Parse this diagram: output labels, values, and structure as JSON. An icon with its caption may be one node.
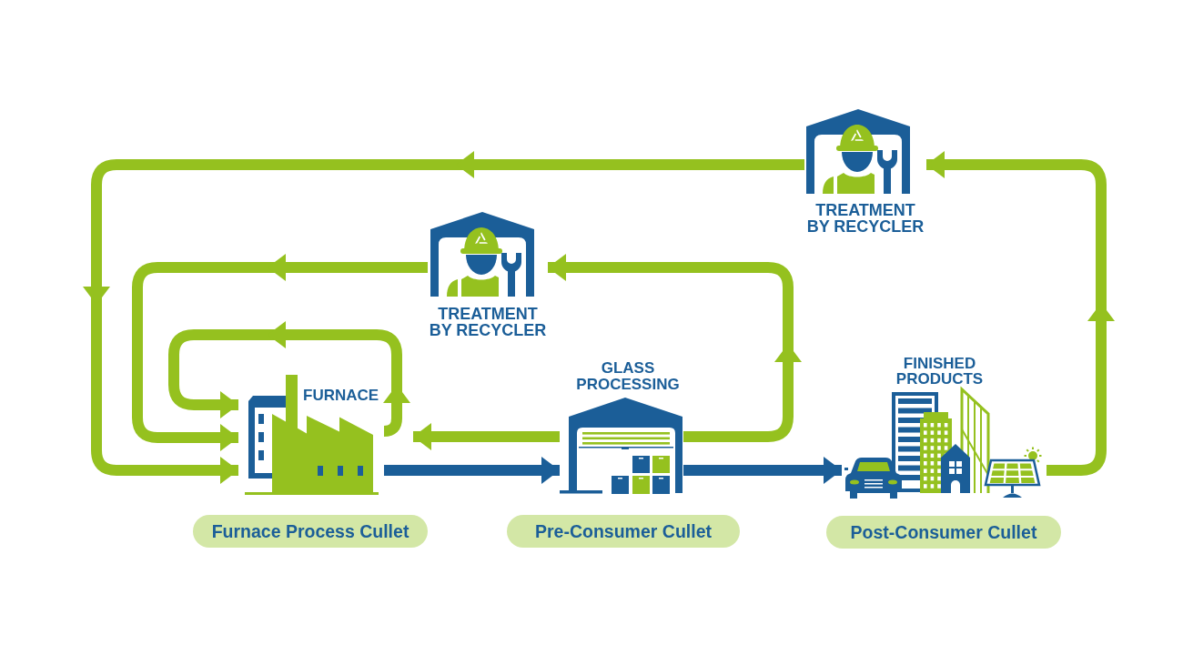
{
  "diagram": {
    "nodes": [
      {
        "text": [
          "TREATMENT BY RECYCLER"
        ]
      },
      {
        "text": [
          "TREATMENT BY RECYCLER"
        ]
      },
      {
        "text": [
          "FURNACE"
        ]
      },
      {
        "text": [
          "GLASS PROCESSING"
        ]
      },
      {
        "text": [
          "FINISHED PRODUCTS"
        ]
      },
      {
        "text": [
          "Furnace Process Cullet"
        ]
      },
      {
        "text": [
          "Pre-Consumer Cullet"
        ]
      },
      {
        "text": [
          "Post-Consumer Cullet"
        ]
      }
    ],
    "edges": [
      {
        "from": 2,
        "to": 3,
        "arrow": "to",
        "color": "#1b5e98"
      },
      {
        "from": 3,
        "to": 4,
        "arrow": "to",
        "color": "#1b5e98"
      },
      {
        "from": 2,
        "to": 2,
        "arrow": "to"
      },
      {
        "from": 3,
        "to": 2,
        "arrow": "to"
      },
      {
        "from": 3,
        "to": 1,
        "arrow": "to"
      },
      {
        "from": 1,
        "to": 2,
        "arrow": "to"
      },
      {
        "from": 4,
        "to": 0,
        "arrow": "to"
      },
      {
        "from": 0,
        "to": 2,
        "arrow": "to"
      }
    ]
  }
}
